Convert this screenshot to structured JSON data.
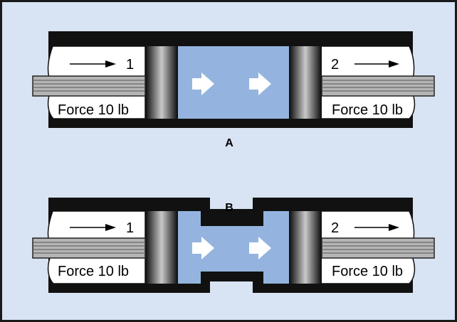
{
  "colors": {
    "panel_bg": "#d8e3f3",
    "panel_border": "#1a1a1a",
    "fluid": "#94b4df",
    "fluid_arrow": "#ffffff",
    "body": "#111111",
    "rod": "#b5b5b5"
  },
  "diagrams": [
    {
      "id": "A",
      "caption": "A",
      "left": {
        "number": "1",
        "force": "Force 10 lb"
      },
      "right": {
        "number": "2",
        "force": "Force 10 lb"
      },
      "fluid_arrows": 2,
      "fluid_shape": "uniform"
    },
    {
      "id": "B",
      "caption": "B",
      "left": {
        "number": "1",
        "force": "Force 10 lb"
      },
      "right": {
        "number": "2",
        "force": "Force 10 lb"
      },
      "fluid_arrows": 2,
      "fluid_shape": "constricted"
    }
  ]
}
